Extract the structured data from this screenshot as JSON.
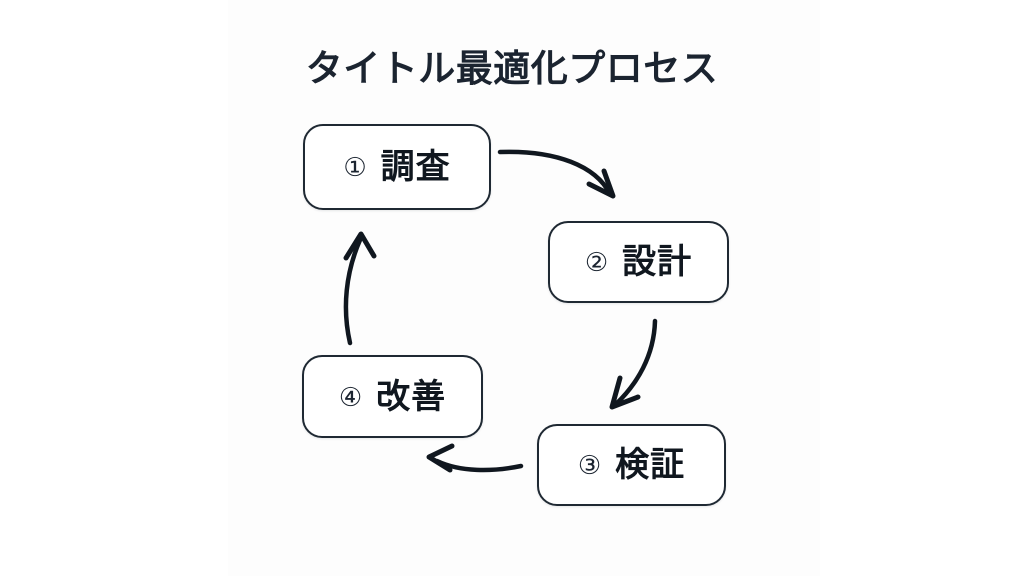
{
  "page": {
    "title": "タイトル最適化プロセス",
    "background_color": "#ffffff",
    "panel_color": "#fdfdfd",
    "stroke_color": "#1f2933",
    "text_color": "#10171f"
  },
  "diagram": {
    "type": "cycle-flow",
    "direction": "clockwise",
    "node_count": 4,
    "nodes": [
      {
        "index": "①",
        "label": "調査",
        "order": 1
      },
      {
        "index": "②",
        "label": "設計",
        "order": 2
      },
      {
        "index": "③",
        "label": "検証",
        "order": 3
      },
      {
        "index": "④",
        "label": "改善",
        "order": 4
      }
    ],
    "connections": [
      {
        "from": "①",
        "to": "②",
        "style": "curved-arrow"
      },
      {
        "from": "②",
        "to": "③",
        "style": "curved-arrow"
      },
      {
        "from": "③",
        "to": "④",
        "style": "curved-arrow"
      },
      {
        "from": "④",
        "to": "①",
        "style": "curved-arrow"
      }
    ]
  }
}
